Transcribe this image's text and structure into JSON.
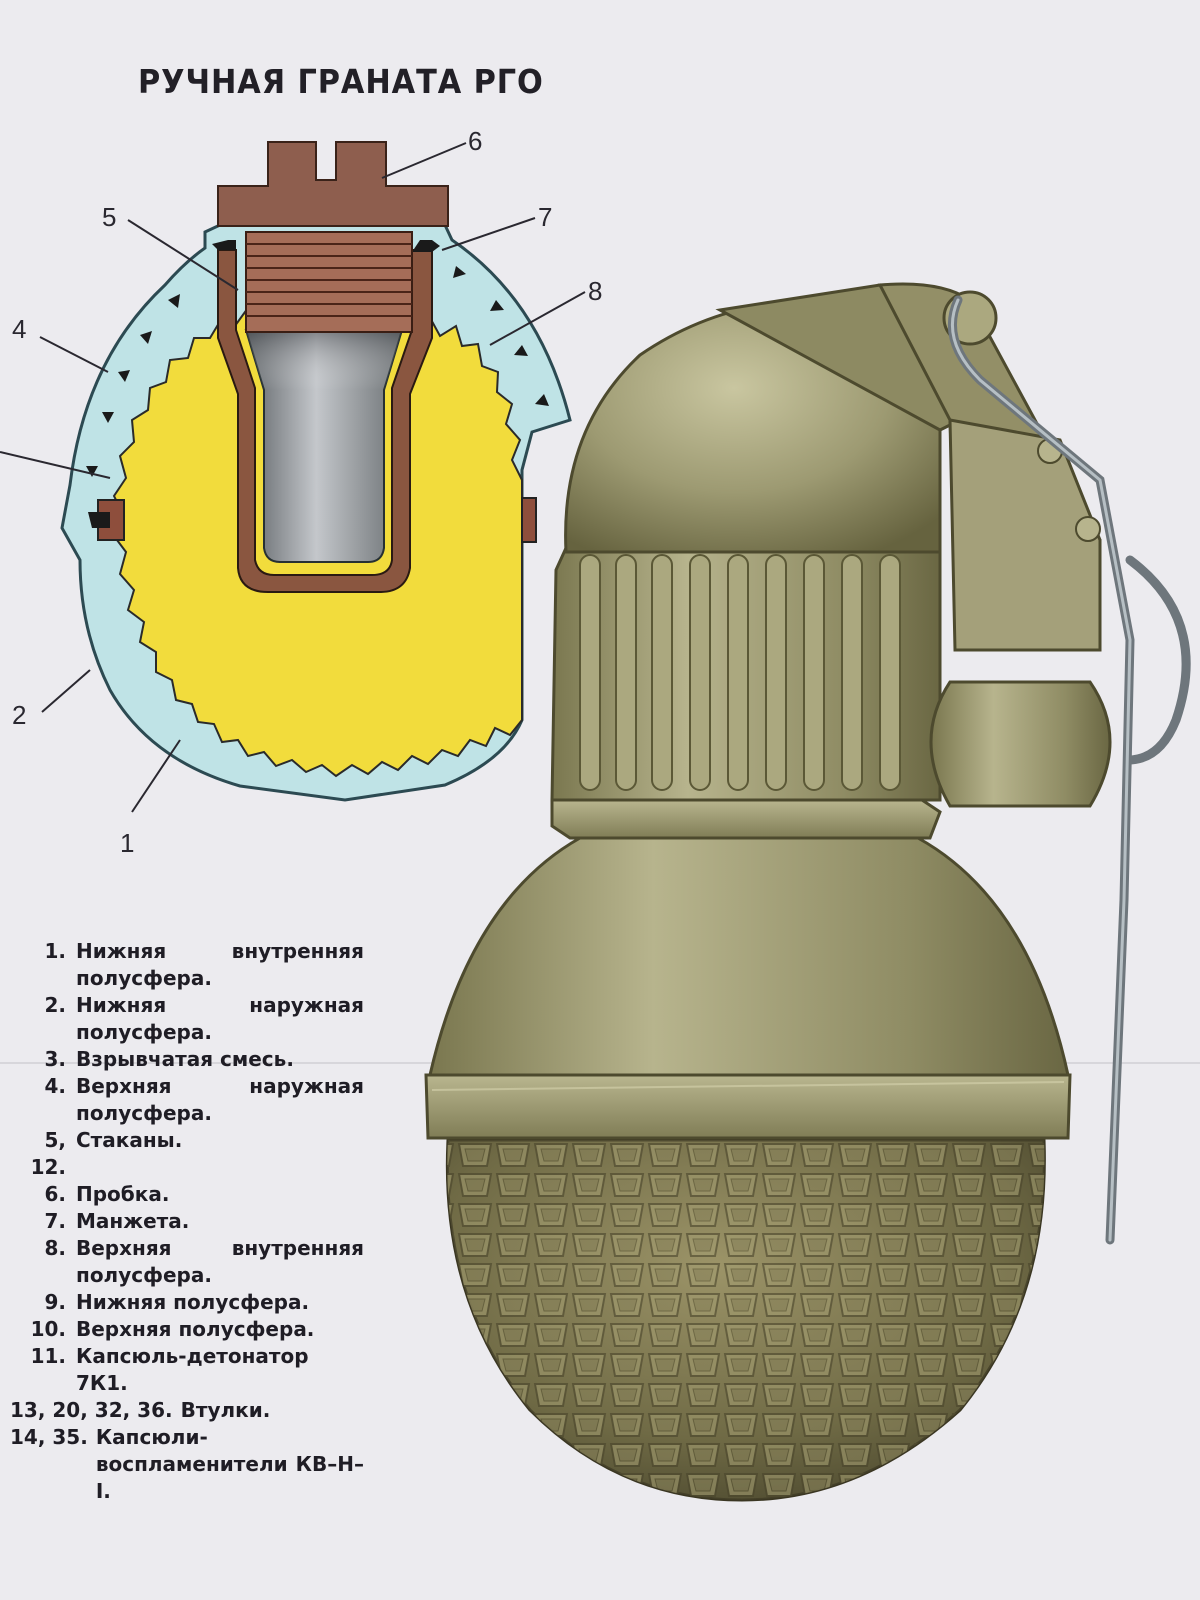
{
  "title": "РУЧНАЯ ГРАНАТА РГО",
  "callouts": [
    {
      "id": "c1",
      "label": "1"
    },
    {
      "id": "c2",
      "label": "2"
    },
    {
      "id": "c4",
      "label": "4"
    },
    {
      "id": "c5",
      "label": "5"
    },
    {
      "id": "c6",
      "label": "6"
    },
    {
      "id": "c7",
      "label": "7"
    },
    {
      "id": "c8",
      "label": "8"
    }
  ],
  "legend": [
    {
      "num": "1.",
      "text": "Нижняя внутренняя полусфера."
    },
    {
      "num": "2.",
      "text": "Нижняя наружная полусфера."
    },
    {
      "num": "3.",
      "text": "Взрывчатая смесь."
    },
    {
      "num": "4.",
      "text": "Верхняя наружная полусфера."
    },
    {
      "num": "5, 12.",
      "text": "Стаканы."
    },
    {
      "num": "6.",
      "text": "Пробка."
    },
    {
      "num": "7.",
      "text": "Манжета."
    },
    {
      "num": "8.",
      "text": "Верхняя внутренняя полусфера."
    },
    {
      "num": "9.",
      "text": "Нижняя полусфера."
    },
    {
      "num": "10.",
      "text": "Верхняя полусфера."
    },
    {
      "num": "11.",
      "text": "Капсюль-детонатор 7К1."
    },
    {
      "num": "13, 20, 32, 36.",
      "text": "Втулки."
    },
    {
      "num": "14, 35.",
      "text": "Капсюли-воспламенители КВ–Н–I."
    }
  ],
  "colors": {
    "background": "#ecebef",
    "explosive": "#f2dc3c",
    "shell": "#b8e0e3",
    "plug": "#8e5e4e",
    "body": "#9a9870",
    "body_dark": "#6b6844"
  }
}
